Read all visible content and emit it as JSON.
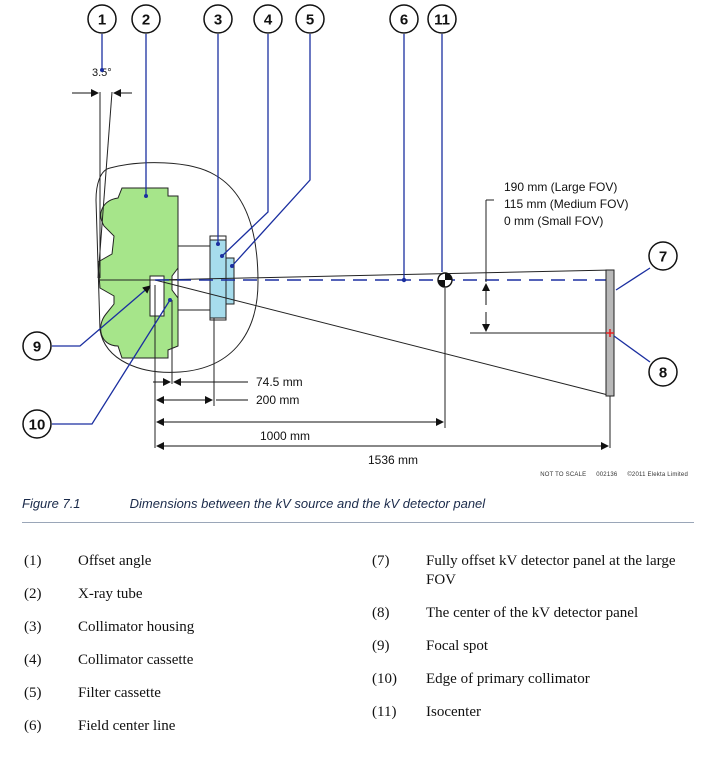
{
  "diagram": {
    "callouts": [
      "1",
      "2",
      "3",
      "4",
      "5",
      "6",
      "11",
      "7",
      "8",
      "9",
      "10"
    ],
    "angle_label": "3.5°",
    "fov_labels": [
      "190 mm (Large FOV)",
      "115 mm (Medium FOV)",
      "0 mm (Small FOV)"
    ],
    "dimensions": [
      "74.5 mm",
      "200 mm",
      "1000 mm",
      "1536 mm"
    ],
    "footer_notes": [
      "NOT TO SCALE",
      "002136",
      "©2011 Elekta Limited"
    ],
    "colors": {
      "tube_green": "#a6e58a",
      "collimator_blue": "#a6dcec",
      "field_line": "#1b2fa0",
      "panel_gray": "#b8b8b8",
      "marker_red": "#e32222"
    }
  },
  "caption": {
    "label": "Figure 7.1",
    "text": "Dimensions between the kV source and the kV detector panel"
  },
  "legend": {
    "left": [
      {
        "num": "(1)",
        "text": "Offset angle"
      },
      {
        "num": "(2)",
        "text": "X-ray tube"
      },
      {
        "num": "(3)",
        "text": "Collimator housing"
      },
      {
        "num": "(4)",
        "text": "Collimator cassette"
      },
      {
        "num": "(5)",
        "text": "Filter cassette"
      },
      {
        "num": "(6)",
        "text": "Field center line"
      }
    ],
    "right": [
      {
        "num": "(7)",
        "text": "Fully offset kV detector panel at the large FOV"
      },
      {
        "num": "(8)",
        "text": "The center of the kV detector panel"
      },
      {
        "num": "(9)",
        "text": "Focal spot"
      },
      {
        "num": "(10)",
        "text": "Edge of primary collimator"
      },
      {
        "num": "(11)",
        "text": "Isocenter"
      }
    ]
  }
}
